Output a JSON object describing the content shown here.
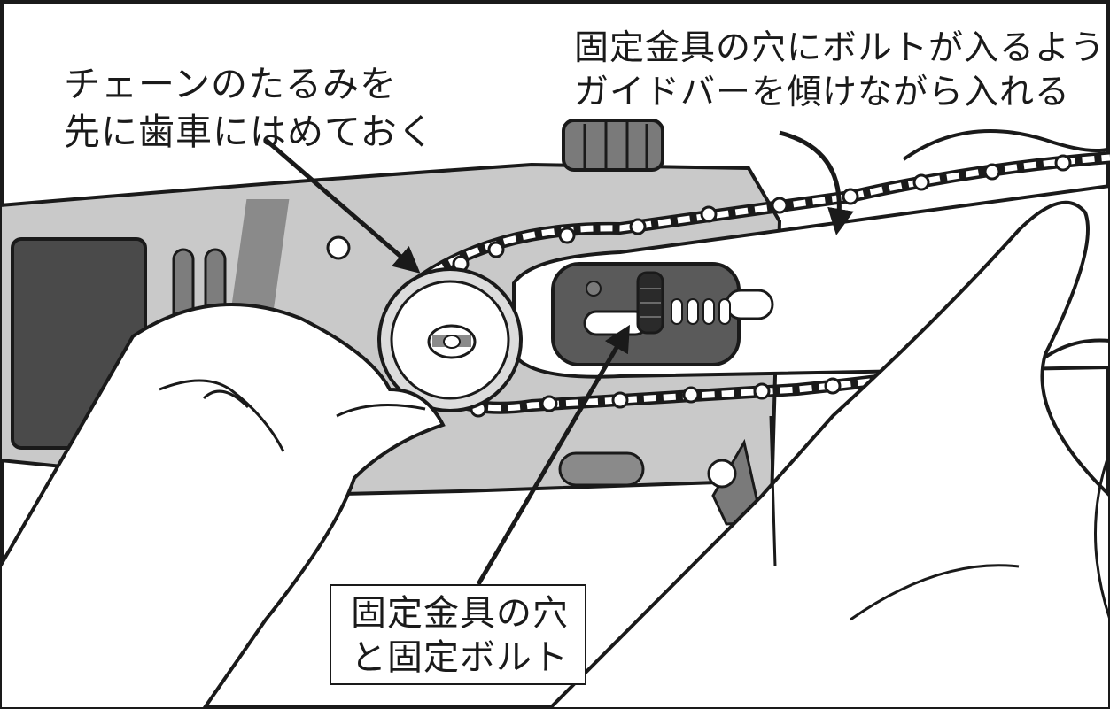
{
  "labels": {
    "chain_slack": {
      "line1": "チェーンのたるみを",
      "line2": "先に歯車にはめておく"
    },
    "tilt_bar": {
      "line1": "固定金具の穴にボルトが入るよう",
      "line2": "ガイドバーを傾けながら入れる"
    },
    "bracket_hole": {
      "line1": "固定金具の穴",
      "line2": "と固定ボルト"
    }
  },
  "colors": {
    "outline": "#1a1a1a",
    "body_gray": "#c9c9c9",
    "dark_gray": "#5a5a5a",
    "panel_dark": "#4a4a4a",
    "white": "#ffffff"
  },
  "icons": [
    "chain-link-icon",
    "sprocket-icon",
    "bolt-icon",
    "arrow-icon",
    "hand-icon"
  ]
}
